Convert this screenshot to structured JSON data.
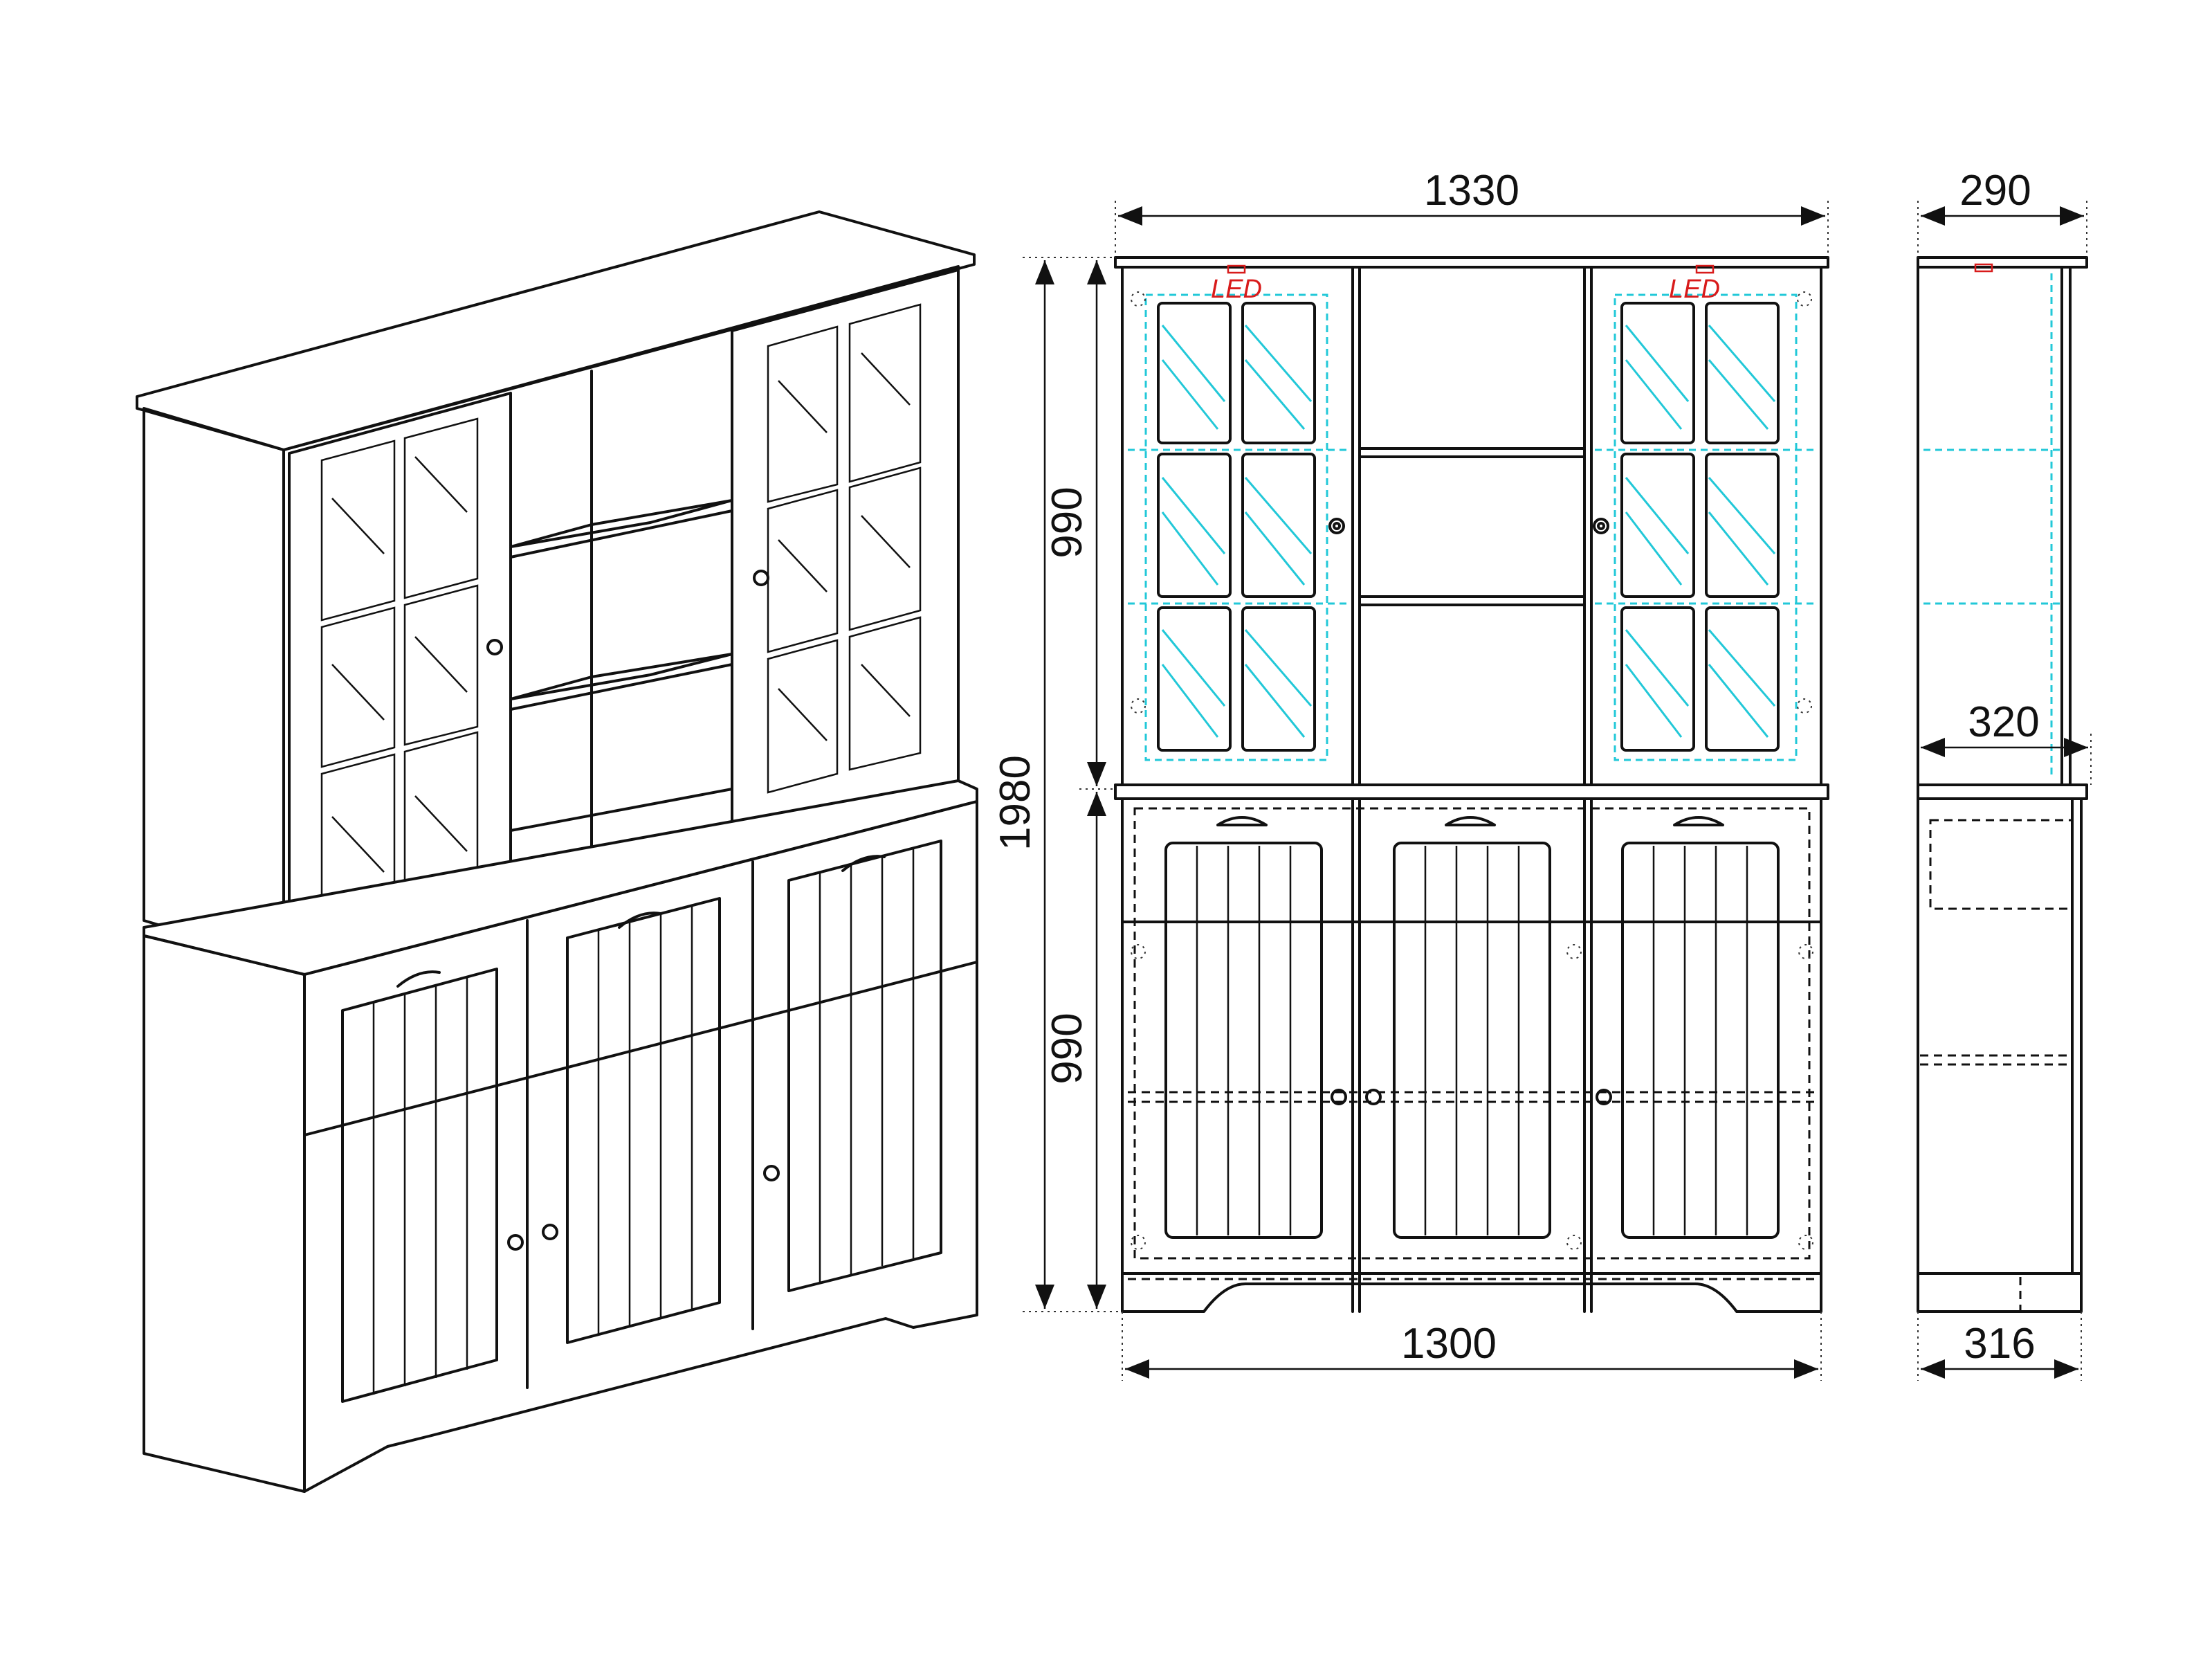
{
  "dimensions": {
    "top_width": "1330",
    "bottom_width": "1300",
    "total_height": "1980",
    "upper_height": "990",
    "lower_height": "990",
    "upper_depth": "290",
    "lower_depth": "320",
    "base_depth": "316"
  },
  "labels": {
    "led_left": "LED",
    "led_right": "LED"
  },
  "colors": {
    "line": "#111111",
    "led_glass": "#22c8d8",
    "led_label": "#d81b1b"
  }
}
